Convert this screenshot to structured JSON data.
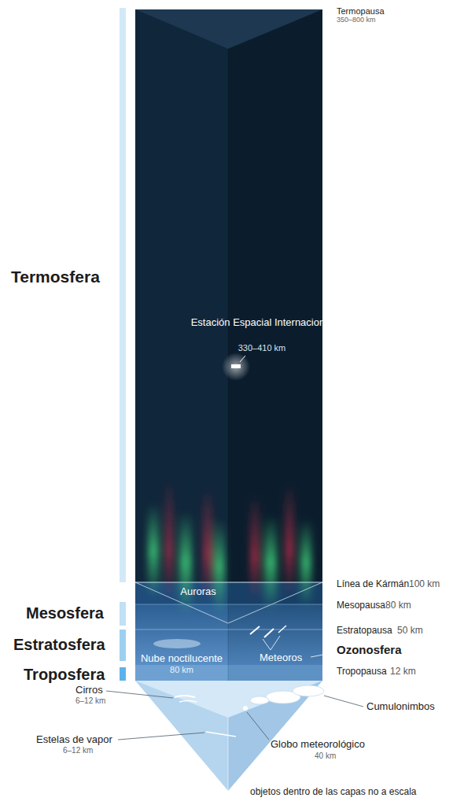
{
  "diagram": {
    "labels": [
      "Termopausa",
      "350–800 km",
      "Termosfera",
      "Estación Espacial Internacional",
      "330–410 km",
      "Auroras",
      "Línea de Kármán",
      "100 km",
      "Mesosfera",
      "Mesopausa",
      "80 km",
      "Estratosfera",
      "Estratopausa",
      "50 km",
      "Nube noctilucente",
      "80 km",
      "Meteoros",
      "Ozonosfera",
      "Troposfera",
      "Tropopausa",
      "12 km",
      "Cirros",
      "6–12 km",
      "Cumulonimbos",
      "Estelas de vapor",
      "6–12 km",
      "Globo meteorológico",
      "40 km",
      "objetos dentro de las capas no a escala"
    ]
  }
}
